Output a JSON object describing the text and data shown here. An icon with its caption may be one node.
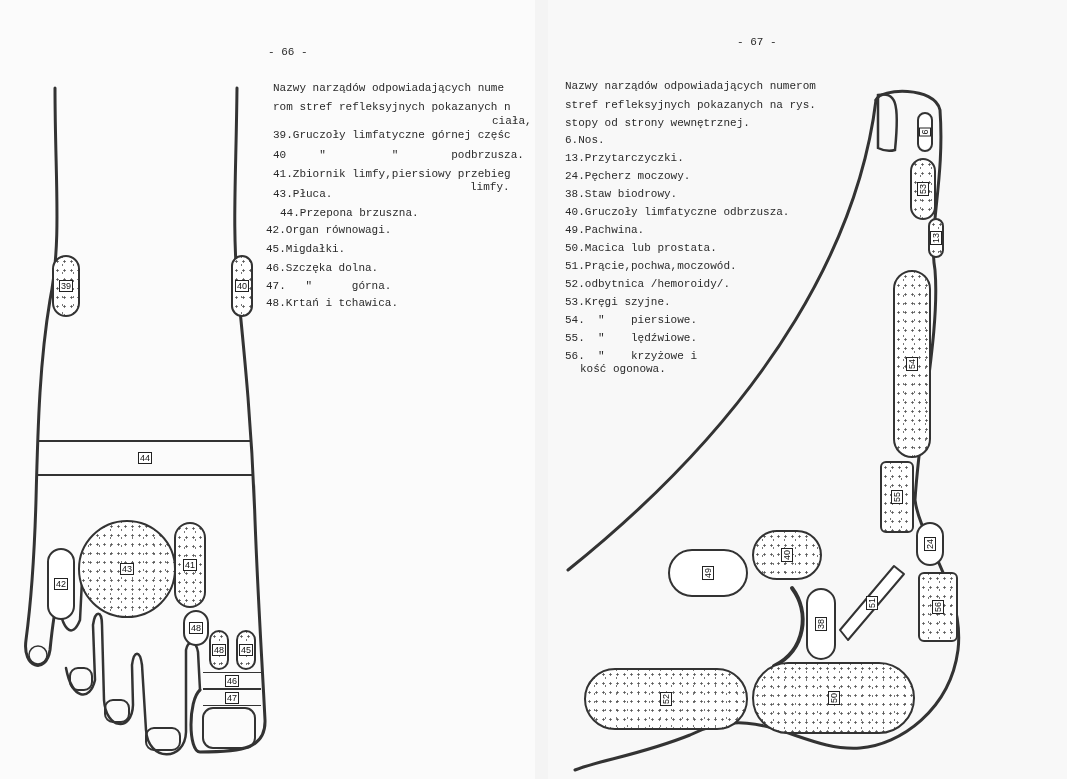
{
  "diagram": {
    "nodes": [
      {
        "text": [
          "39"
        ]
      },
      {
        "text": [
          "40"
        ]
      },
      {
        "text": [
          "44"
        ]
      },
      {
        "text": [
          "42"
        ]
      },
      {
        "text": [
          "43"
        ]
      },
      {
        "text": [
          "41"
        ]
      },
      {
        "text": [
          "48"
        ]
      },
      {
        "text": [
          "48"
        ]
      },
      {
        "text": [
          "45"
        ]
      },
      {
        "text": [
          "46"
        ]
      },
      {
        "text": [
          "47"
        ]
      },
      {
        "text": [
          "6"
        ]
      },
      {
        "text": [
          "53"
        ]
      },
      {
        "text": [
          "13"
        ]
      },
      {
        "text": [
          "54"
        ]
      },
      {
        "text": [
          "55"
        ]
      },
      {
        "text": [
          "24"
        ]
      },
      {
        "text": [
          "56"
        ]
      },
      {
        "text": [
          "51"
        ]
      },
      {
        "text": [
          "40"
        ]
      },
      {
        "text": [
          "49"
        ]
      },
      {
        "text": [
          "38"
        ]
      },
      {
        "text": [
          "50"
        ]
      },
      {
        "text": [
          "52"
        ]
      }
    ],
    "labels": [
      "- 66 -",
      "Nazwy narządów odpowiadających nume",
      "rom stref refleksyjnych pokazanych n",
      "ciała,",
      "39.Gruczoły limfatyczne górnej częśc",
      "40     \"          \"        podbrzusza.",
      "41.Zbiornik limfy,piersiowy przebieg",
      "limfy.",
      "43.Płuca.",
      "44.Przepona brzuszna.",
      "42.Organ równowagi.",
      "45.Migdałki.",
      "46.Szczęka dolna.",
      "47.   \"      górna.",
      "48.Krtań i tchawica.",
      "- 67 -",
      "Nazwy narządów odpowiadających numerom",
      "stref refleksyjnych pokazanych na rys.",
      "stopy od strony wewnętrznej.",
      "6.Nos.",
      "13.Przytarczyczki.",
      "24.Pęcherz moczowy.",
      "38.Staw biodrowy.",
      "40.Gruczoły limfatyczne odbrzusza.",
      "49.Pachwina.",
      "50.Macica lub prostata.",
      "51.Prącie,pochwa,moczowód.",
      "52.odbytnica /hemoroidy/.",
      "53.Kręgi szyjne.",
      "54.  \"    piersiowe.",
      "55.  \"    lędźwiowe.",
      "56.  \"    krzyżowe i",
      "kość ogonowa."
    ]
  }
}
